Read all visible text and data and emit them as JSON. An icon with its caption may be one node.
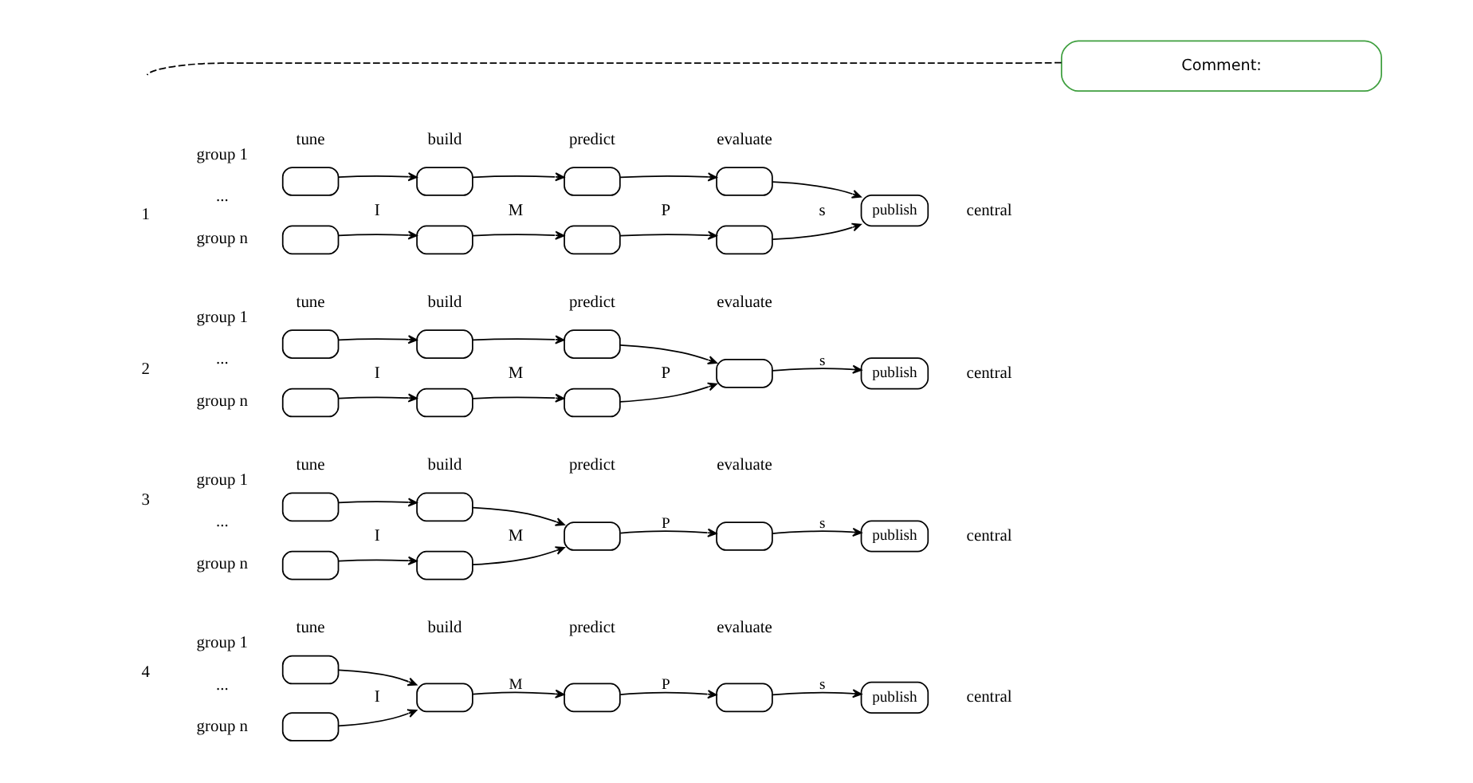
{
  "diagram": {
    "nodes": [
      {
        "text": [],
        "shape": "box"
      },
      {
        "text": [],
        "shape": "box"
      },
      {
        "text": [],
        "shape": "box"
      },
      {
        "text": [],
        "shape": "box"
      },
      {
        "text": [],
        "shape": "box"
      },
      {
        "text": [],
        "shape": "box"
      },
      {
        "text": [],
        "shape": "box"
      },
      {
        "text": [],
        "shape": "box"
      },
      {
        "text": [
          "publish"
        ],
        "beside": [
          "central"
        ]
      },
      {
        "text": [],
        "shape": "box"
      },
      {
        "text": [],
        "shape": "box"
      },
      {
        "text": [],
        "shape": "box"
      },
      {
        "text": [],
        "shape": "box"
      },
      {
        "text": [],
        "shape": "box"
      },
      {
        "text": [],
        "shape": "box"
      },
      {
        "text": [],
        "shape": "box"
      },
      {
        "text": [
          "publish"
        ],
        "beside": [
          "central"
        ]
      },
      {
        "text": [],
        "shape": "box"
      },
      {
        "text": [],
        "shape": "box"
      },
      {
        "text": [],
        "shape": "box"
      },
      {
        "text": [],
        "shape": "box"
      },
      {
        "text": [],
        "shape": "box"
      },
      {
        "text": [],
        "shape": "box"
      },
      {
        "text": [
          "publish"
        ],
        "beside": [
          "central"
        ]
      },
      {
        "text": [],
        "shape": "box"
      },
      {
        "text": [],
        "shape": "box"
      },
      {
        "text": [],
        "shape": "box"
      },
      {
        "text": [],
        "shape": "box"
      },
      {
        "text": [],
        "shape": "box"
      },
      {
        "text": [
          "publish"
        ],
        "beside": [
          "central"
        ]
      },
      {
        "text": [
          "Comment:"
        ]
      }
    ],
    "edges": [
      {
        "from": 0,
        "to": 1,
        "arrow": "to"
      },
      {
        "from": 1,
        "to": 2,
        "arrow": "to"
      },
      {
        "from": 2,
        "to": 3,
        "arrow": "to"
      },
      {
        "from": 3,
        "to": 8,
        "arrow": "to"
      },
      {
        "from": 4,
        "to": 5,
        "arrow": "to"
      },
      {
        "from": 5,
        "to": 6,
        "arrow": "to"
      },
      {
        "from": 6,
        "to": 7,
        "arrow": "to"
      },
      {
        "from": 7,
        "to": 8,
        "arrow": "to"
      },
      {
        "from": 9,
        "to": 10,
        "arrow": "to"
      },
      {
        "from": 10,
        "to": 11,
        "arrow": "to"
      },
      {
        "from": 11,
        "to": 15,
        "arrow": "to"
      },
      {
        "from": 12,
        "to": 13,
        "arrow": "to"
      },
      {
        "from": 13,
        "to": 14,
        "arrow": "to"
      },
      {
        "from": 14,
        "to": 15,
        "arrow": "to"
      },
      {
        "from": 15,
        "to": 16,
        "label": "s",
        "arrow": "to"
      },
      {
        "from": 17,
        "to": 18,
        "arrow": "to"
      },
      {
        "from": 18,
        "to": 21,
        "arrow": "to"
      },
      {
        "from": 19,
        "to": 20,
        "arrow": "to"
      },
      {
        "from": 20,
        "to": 21,
        "arrow": "to"
      },
      {
        "from": 21,
        "to": 22,
        "label": "P",
        "arrow": "to"
      },
      {
        "from": 22,
        "to": 23,
        "label": "s",
        "arrow": "to"
      },
      {
        "from": 24,
        "to": 26,
        "arrow": "to"
      },
      {
        "from": 25,
        "to": 26,
        "arrow": "to"
      },
      {
        "from": 26,
        "to": 27,
        "label": "M",
        "arrow": "to"
      },
      {
        "from": 27,
        "to": 28,
        "label": "P",
        "arrow": "to"
      },
      {
        "from": 28,
        "to": 29,
        "label": "s",
        "arrow": "to"
      },
      {
        "from": 30,
        "to": null,
        "arrow": "none",
        "style": "dashed"
      }
    ],
    "labels": [
      "tune",
      "build",
      "predict",
      "evaluate",
      "group 1",
      "1",
      "...",
      "I",
      "M",
      "P",
      "s",
      "group n",
      "tune",
      "build",
      "predict",
      "evaluate",
      "group 1",
      "2",
      "...",
      "I",
      "M",
      "P",
      "group n",
      "tune",
      "build",
      "predict",
      "evaluate",
      "group 1",
      "3",
      "...",
      "I",
      "M",
      "group n",
      "tune",
      "build",
      "predict",
      "evaluate",
      "group 1",
      "4",
      "...",
      "I",
      "group n"
    ]
  }
}
